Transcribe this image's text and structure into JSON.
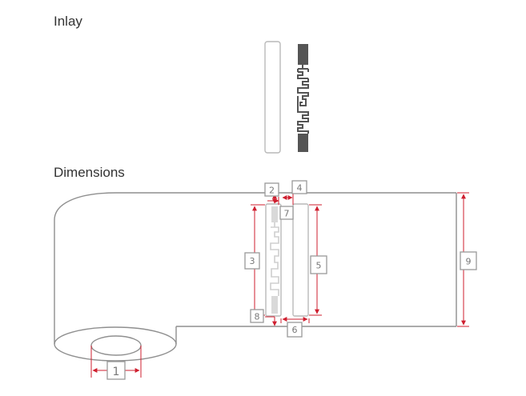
{
  "headings": {
    "inlay": "Inlay",
    "dimensions": "Dimensions"
  },
  "dimension_labels": [
    "1",
    "2",
    "3",
    "4",
    "5",
    "6",
    "7",
    "8",
    "9"
  ],
  "colors": {
    "dimension_line": "#cf1f2f",
    "label_box": "#999999",
    "outline": "#b9b9b9",
    "antenna": "#555555"
  }
}
